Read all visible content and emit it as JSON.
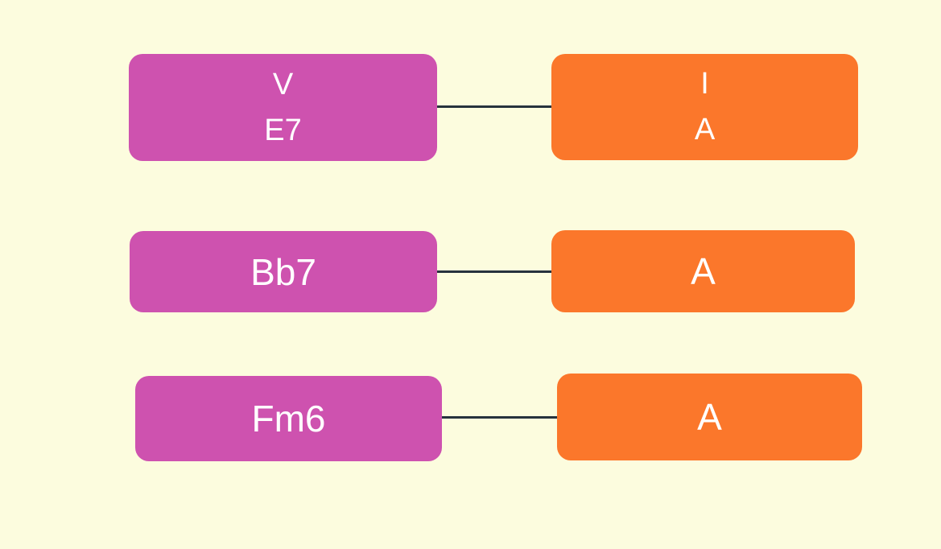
{
  "colors": {
    "background": "#FCFCDE",
    "left_node": "#CE52AF",
    "right_node": "#FB772B",
    "connector": "#26323D",
    "text": "#FFFFFF"
  },
  "diagram": {
    "rows": [
      {
        "left": {
          "lines": [
            "V",
            "E7"
          ]
        },
        "right": {
          "lines": [
            "I",
            "A"
          ]
        }
      },
      {
        "left": {
          "lines": [
            "Bb7"
          ]
        },
        "right": {
          "lines": [
            "A"
          ]
        }
      },
      {
        "left": {
          "lines": [
            "Fm6"
          ]
        },
        "right": {
          "lines": [
            "A"
          ]
        }
      }
    ]
  }
}
